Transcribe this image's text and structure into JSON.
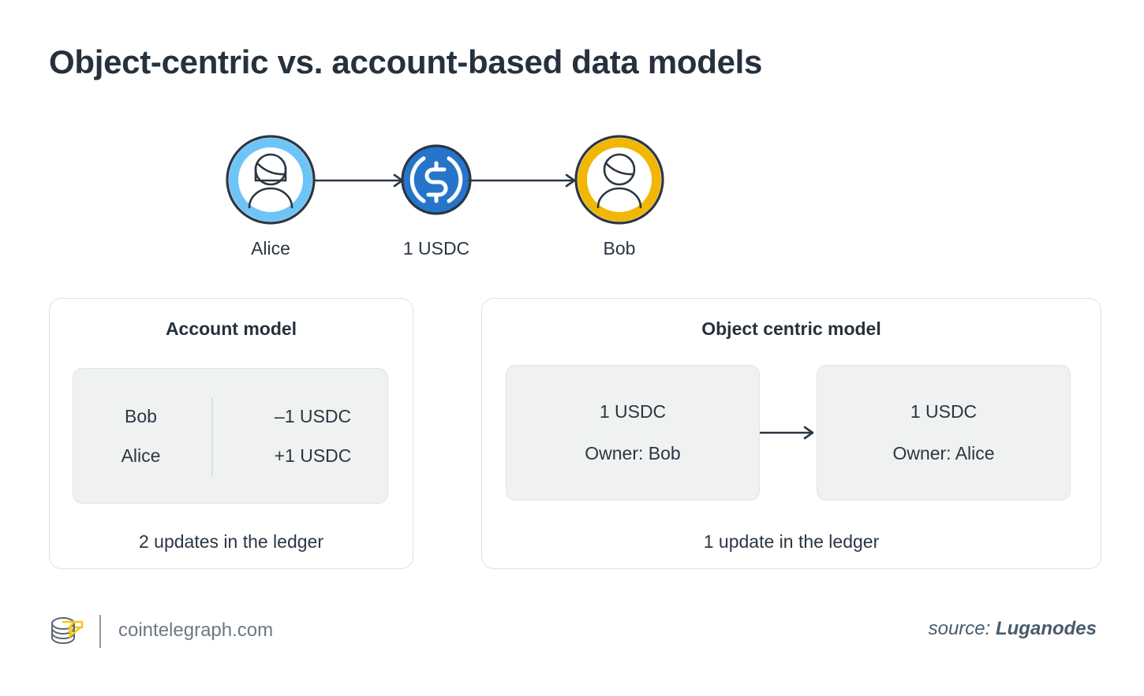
{
  "page": {
    "title": "Object-centric vs. account-based data models",
    "background_color": "#ffffff",
    "text_color": "#26313d"
  },
  "flow": {
    "nodes": [
      {
        "id": "alice",
        "label": "Alice",
        "icon": "user-avatar-icon",
        "ring_color": "#6ec4f7"
      },
      {
        "id": "usdc",
        "label": "1 USDC",
        "icon": "usdc-coin-icon",
        "ring_color": "#2775ca"
      },
      {
        "id": "bob",
        "label": "Bob",
        "icon": "user-avatar-icon",
        "ring_color": "#f2b705"
      }
    ],
    "arrows": [
      {
        "id": "alice-to-usdc",
        "icon": "arrow-right-icon"
      },
      {
        "id": "usdc-to-bob",
        "icon": "arrow-right-icon"
      }
    ]
  },
  "account_card": {
    "heading": "Account model",
    "ledger": {
      "rows": [
        {
          "name": "Bob",
          "amount": "–1 USDC"
        },
        {
          "name": "Alice",
          "amount": "+1 USDC"
        }
      ]
    },
    "footnote": "2 updates in the ledger"
  },
  "object_card": {
    "heading": "Object centric model",
    "objects": [
      {
        "amount": "1 USDC",
        "owner": "Owner: Bob"
      },
      {
        "amount": "1 USDC",
        "owner": "Owner: Alice"
      }
    ],
    "arrow_icon": "arrow-right-icon",
    "footnote": "1 update in the ledger"
  },
  "footer": {
    "logo_icon": "cointelegraph-logo-icon",
    "site": "cointelegraph.com",
    "source_prefix": "source: ",
    "source_name": "Luganodes"
  },
  "colors": {
    "card_border": "#d9e2e8",
    "panel_bg": "#f0f1f1",
    "panel_border": "#dde5ea",
    "stroke_dark": "#2b3643",
    "alice_ring": "#6ec4f7",
    "bob_ring": "#f2b705",
    "usdc_blue": "#2775ca",
    "logo_yellow": "#f5c518"
  }
}
